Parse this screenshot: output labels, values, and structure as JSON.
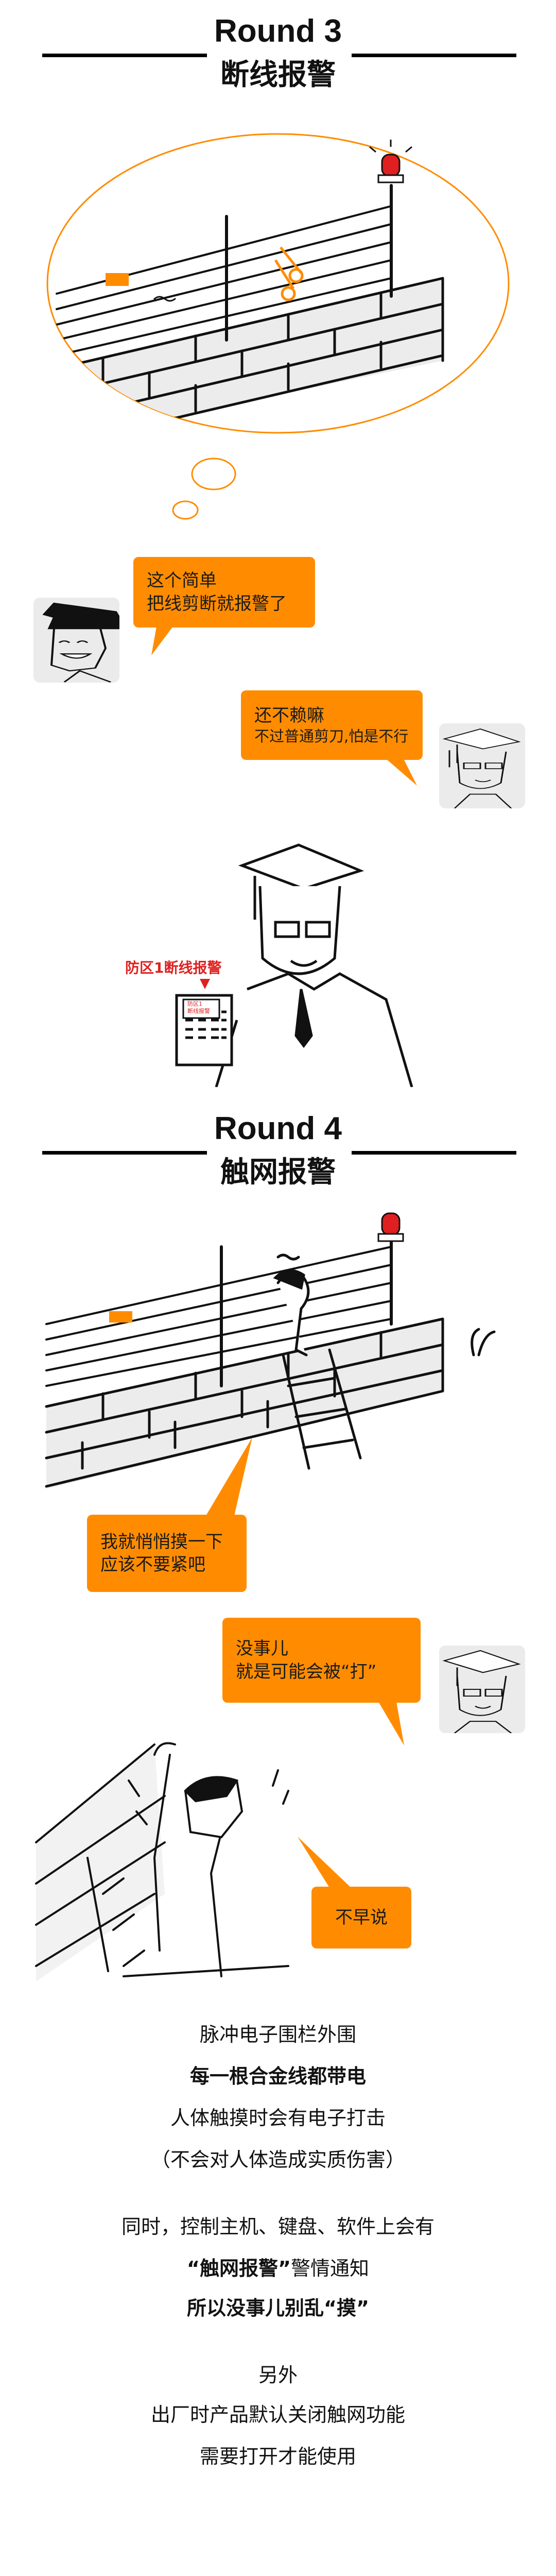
{
  "colors": {
    "accent_orange": "#FF8C00",
    "alert_red": "#E02020",
    "avatar_bg": "#EBEBEB"
  },
  "round3": {
    "title": "Round 3",
    "subtitle": "断线报警",
    "dialogue": [
      {
        "speaker": "young-man",
        "lines": [
          "这个简单",
          "把线剪断就报警了"
        ]
      },
      {
        "speaker": "professor",
        "lines": [
          "还不赖嘛",
          "不过普通剪刀,怕是不行"
        ]
      }
    ],
    "alarm_label": "防区1断线报警",
    "keypad_screen": [
      "防区1",
      "断线报警"
    ]
  },
  "round4": {
    "title": "Round 4",
    "subtitle": "触网报警",
    "dialogue": [
      {
        "speaker": "young-man",
        "lines": [
          "我就悄悄摸一下",
          "应该不要紧吧"
        ]
      },
      {
        "speaker": "professor",
        "lines": [
          "没事儿",
          "就是可能会被“打”"
        ]
      },
      {
        "speaker": "young-man",
        "lines": [
          "不早说"
        ]
      }
    ]
  },
  "explanation": {
    "p1": [
      "脉冲电子围栏外围",
      "每一根合金线都带电",
      "人体触摸时会有电子打击",
      "（不会对人体造成实质伤害）"
    ],
    "p2": [
      "同时，控制主机、键盘、软件上会有",
      "“触网报警”",
      "警情通知",
      "所以没事儿别乱“摸”"
    ],
    "p3": [
      "另外",
      "出厂时产品默认关闭触网功能",
      "需要打开才能使用"
    ]
  }
}
